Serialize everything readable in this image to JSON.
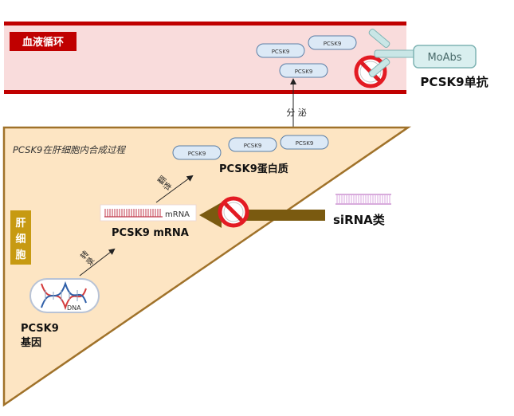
{
  "blood": {
    "label": "血液循环",
    "proteins": [
      "PCSK9",
      "PCSK9",
      "PCSK9"
    ]
  },
  "moabs": {
    "box_label": "MoAbs",
    "caption": "PCSK9单抗"
  },
  "secretion_label": "分 泌",
  "liver": {
    "process_title": "PCSK9在肝细胞内合成过程",
    "side_label": [
      "肝",
      "细",
      "胞"
    ],
    "proteins": [
      "PCSK9",
      "PCSK9",
      "PCSK9"
    ],
    "protein_caption": "PCSK9蛋白质",
    "translation_label": [
      "翻",
      "译"
    ],
    "mrna_tag": "mRNA",
    "mrna_caption": "PCSK9 mRNA",
    "transcription_label": [
      "转",
      "录"
    ],
    "dna_tag": "DNA",
    "gene_caption": [
      "PCSK9",
      "基因"
    ]
  },
  "sirna": {
    "caption": "siRNA类"
  },
  "colors": {
    "blood_band": "#f9dcdc",
    "blood_border": "#c00000",
    "label_box": "#c00000",
    "liver_fill": "#fde5c3",
    "liver_border": "#a0722a",
    "side_box": "#c79a12",
    "sirna_arrow": "#7a5a10",
    "protein_fill": "#dce9f6",
    "protein_stroke": "#5a7ea6",
    "moabs_fill": "#d9efef",
    "moabs_stroke": "#7fb4b4",
    "block_red": "#e31b23"
  }
}
